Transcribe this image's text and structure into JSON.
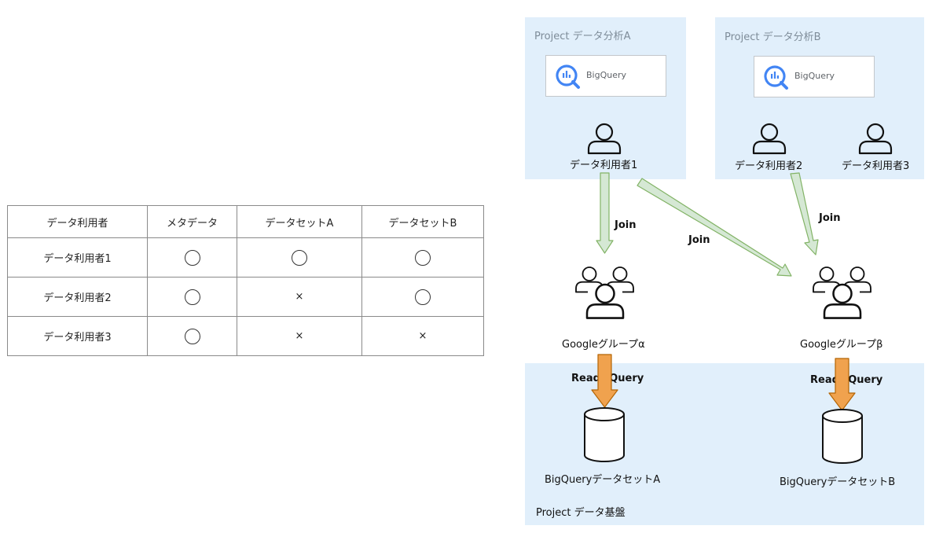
{
  "table": {
    "headers": [
      "データ利用者",
      "メタデータ",
      "データセットA",
      "データセットB"
    ],
    "rows": [
      {
        "user": "データ利用者1",
        "metadata": "circle",
        "datasetA": "circle",
        "datasetB": "circle"
      },
      {
        "user": "データ利用者2",
        "metadata": "circle",
        "datasetA": "cross",
        "datasetB": "circle"
      },
      {
        "user": "データ利用者3",
        "metadata": "circle",
        "datasetA": "cross",
        "datasetB": "cross"
      }
    ],
    "cross_symbol": "×"
  },
  "projects": {
    "a": {
      "label": "Project データ分析A",
      "bigquery": "BigQuery",
      "user": "データ利用者1"
    },
    "b": {
      "label": "Project データ分析B",
      "bigquery": "BigQuery",
      "user2": "データ利用者2",
      "user3": "データ利用者3"
    },
    "base": {
      "label": "Project データ基盤",
      "dataset_a": "BigQueryデータセットA",
      "dataset_b": "BigQueryデータセットB"
    }
  },
  "groups": {
    "alpha": "Googleグループα",
    "beta": "Googleグループβ"
  },
  "edges": {
    "join1": "Join",
    "join2": "Join",
    "join3": "Join",
    "read_a": "Read&Query",
    "read_b": "Read&Query"
  },
  "colors": {
    "panel_bg": "#e1effb",
    "join_arrow_fill": "#d5e8d4",
    "join_arrow_stroke": "#82b366",
    "read_arrow_fill": "#f0a24e",
    "read_arrow_stroke": "#b46504",
    "bigquery_blue": "#4285f4"
  },
  "icons": {
    "bigquery": "bigquery-logo-icon",
    "user": "user-icon",
    "group": "group-icon",
    "database": "database-cylinder-icon"
  }
}
